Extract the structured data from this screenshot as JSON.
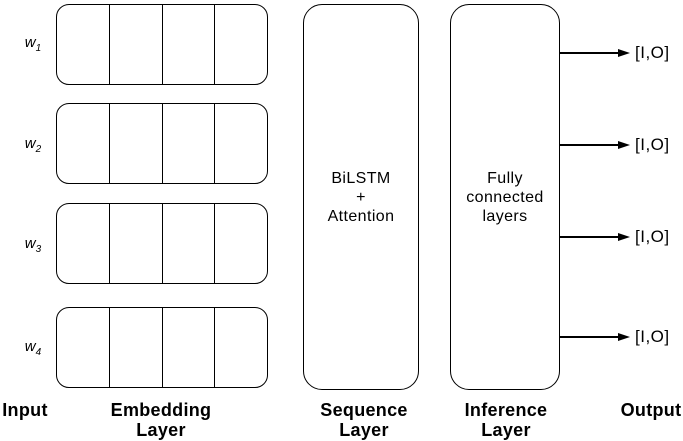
{
  "diagram": {
    "colors": {
      "stroke": "#000000",
      "text": "#000000",
      "background": "#ffffff"
    },
    "inputs": [
      {
        "base": "w",
        "sub": "1"
      },
      {
        "base": "w",
        "sub": "2"
      },
      {
        "base": "w",
        "sub": "3"
      },
      {
        "base": "w",
        "sub": "4"
      }
    ],
    "embedding": {
      "rows": 4,
      "cells_per_row": 4
    },
    "sequence_box": {
      "line1": "BiLSTM",
      "line2": "+",
      "line3": "Attention"
    },
    "inference_box": {
      "line1": "Fully",
      "line2": "connected",
      "line3": "layers"
    },
    "outputs": [
      {
        "label": "[I,O]"
      },
      {
        "label": "[I,O]"
      },
      {
        "label": "[I,O]"
      },
      {
        "label": "[I,O]"
      }
    ],
    "column_labels": {
      "input": "Input",
      "embedding_line1": "Embedding",
      "embedding_line2": "Layer",
      "sequence_line1": "Sequence",
      "sequence_line2": "Layer",
      "inference_line1": "Inference",
      "inference_line2": "Layer",
      "output": "Output"
    }
  }
}
